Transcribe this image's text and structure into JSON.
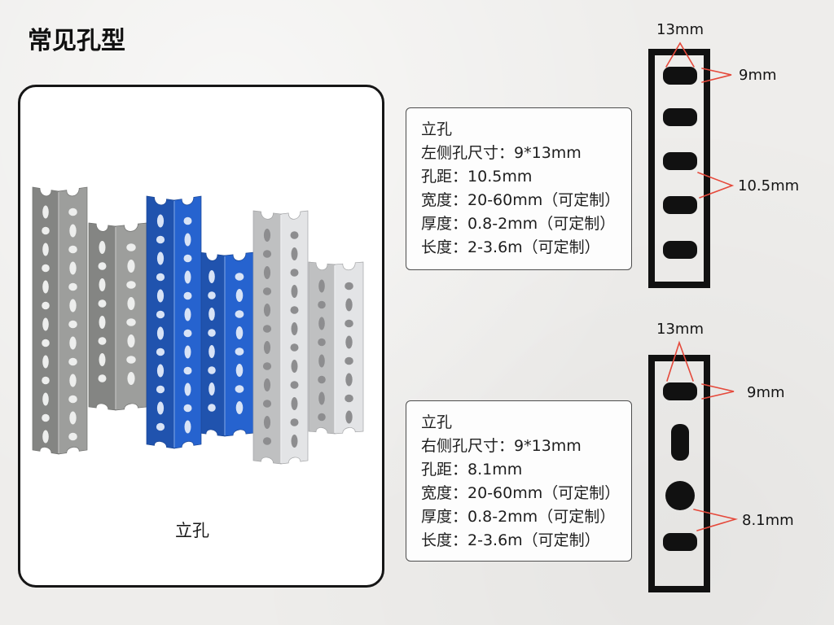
{
  "page_title": "常见孔型",
  "photo_panel": {
    "caption": "立孔"
  },
  "spec_boxes": [
    {
      "heading": "立孔",
      "specs": [
        {
          "label": "左侧孔尺寸：",
          "value": "9*13mm"
        },
        {
          "label": "孔距：",
          "value": "10.5mm"
        },
        {
          "label": "宽度：",
          "value": "20-60mm（可定制）"
        },
        {
          "label": "厚度：",
          "value": "0.8-2mm（可定制）"
        },
        {
          "label": "长度：",
          "value": "2-3.6m（可定制）"
        }
      ]
    },
    {
      "heading": "立孔",
      "specs": [
        {
          "label": "右侧孔尺寸：",
          "value": "9*13mm"
        },
        {
          "label": "孔距：",
          "value": "8.1mm"
        },
        {
          "label": "宽度：",
          "value": "20-60mm（可定制）"
        },
        {
          "label": "厚度：",
          "value": "0.8-2mm（可定制）"
        },
        {
          "label": "长度：",
          "value": "2-3.6m（可定制）"
        }
      ]
    }
  ],
  "hole_diagrams": [
    {
      "width_label": "13mm",
      "height_label": "9mm",
      "spacing_label": "10.5mm"
    },
    {
      "width_label": "13mm",
      "height_label": "9mm",
      "spacing_label": "8.1mm"
    }
  ],
  "colors": {
    "dimension_line": "#e5493b",
    "diagram_outline": "#111111",
    "product_gray": "#9d9e9c",
    "product_blue": "#2663cf",
    "product_white": "#e3e4e6"
  }
}
